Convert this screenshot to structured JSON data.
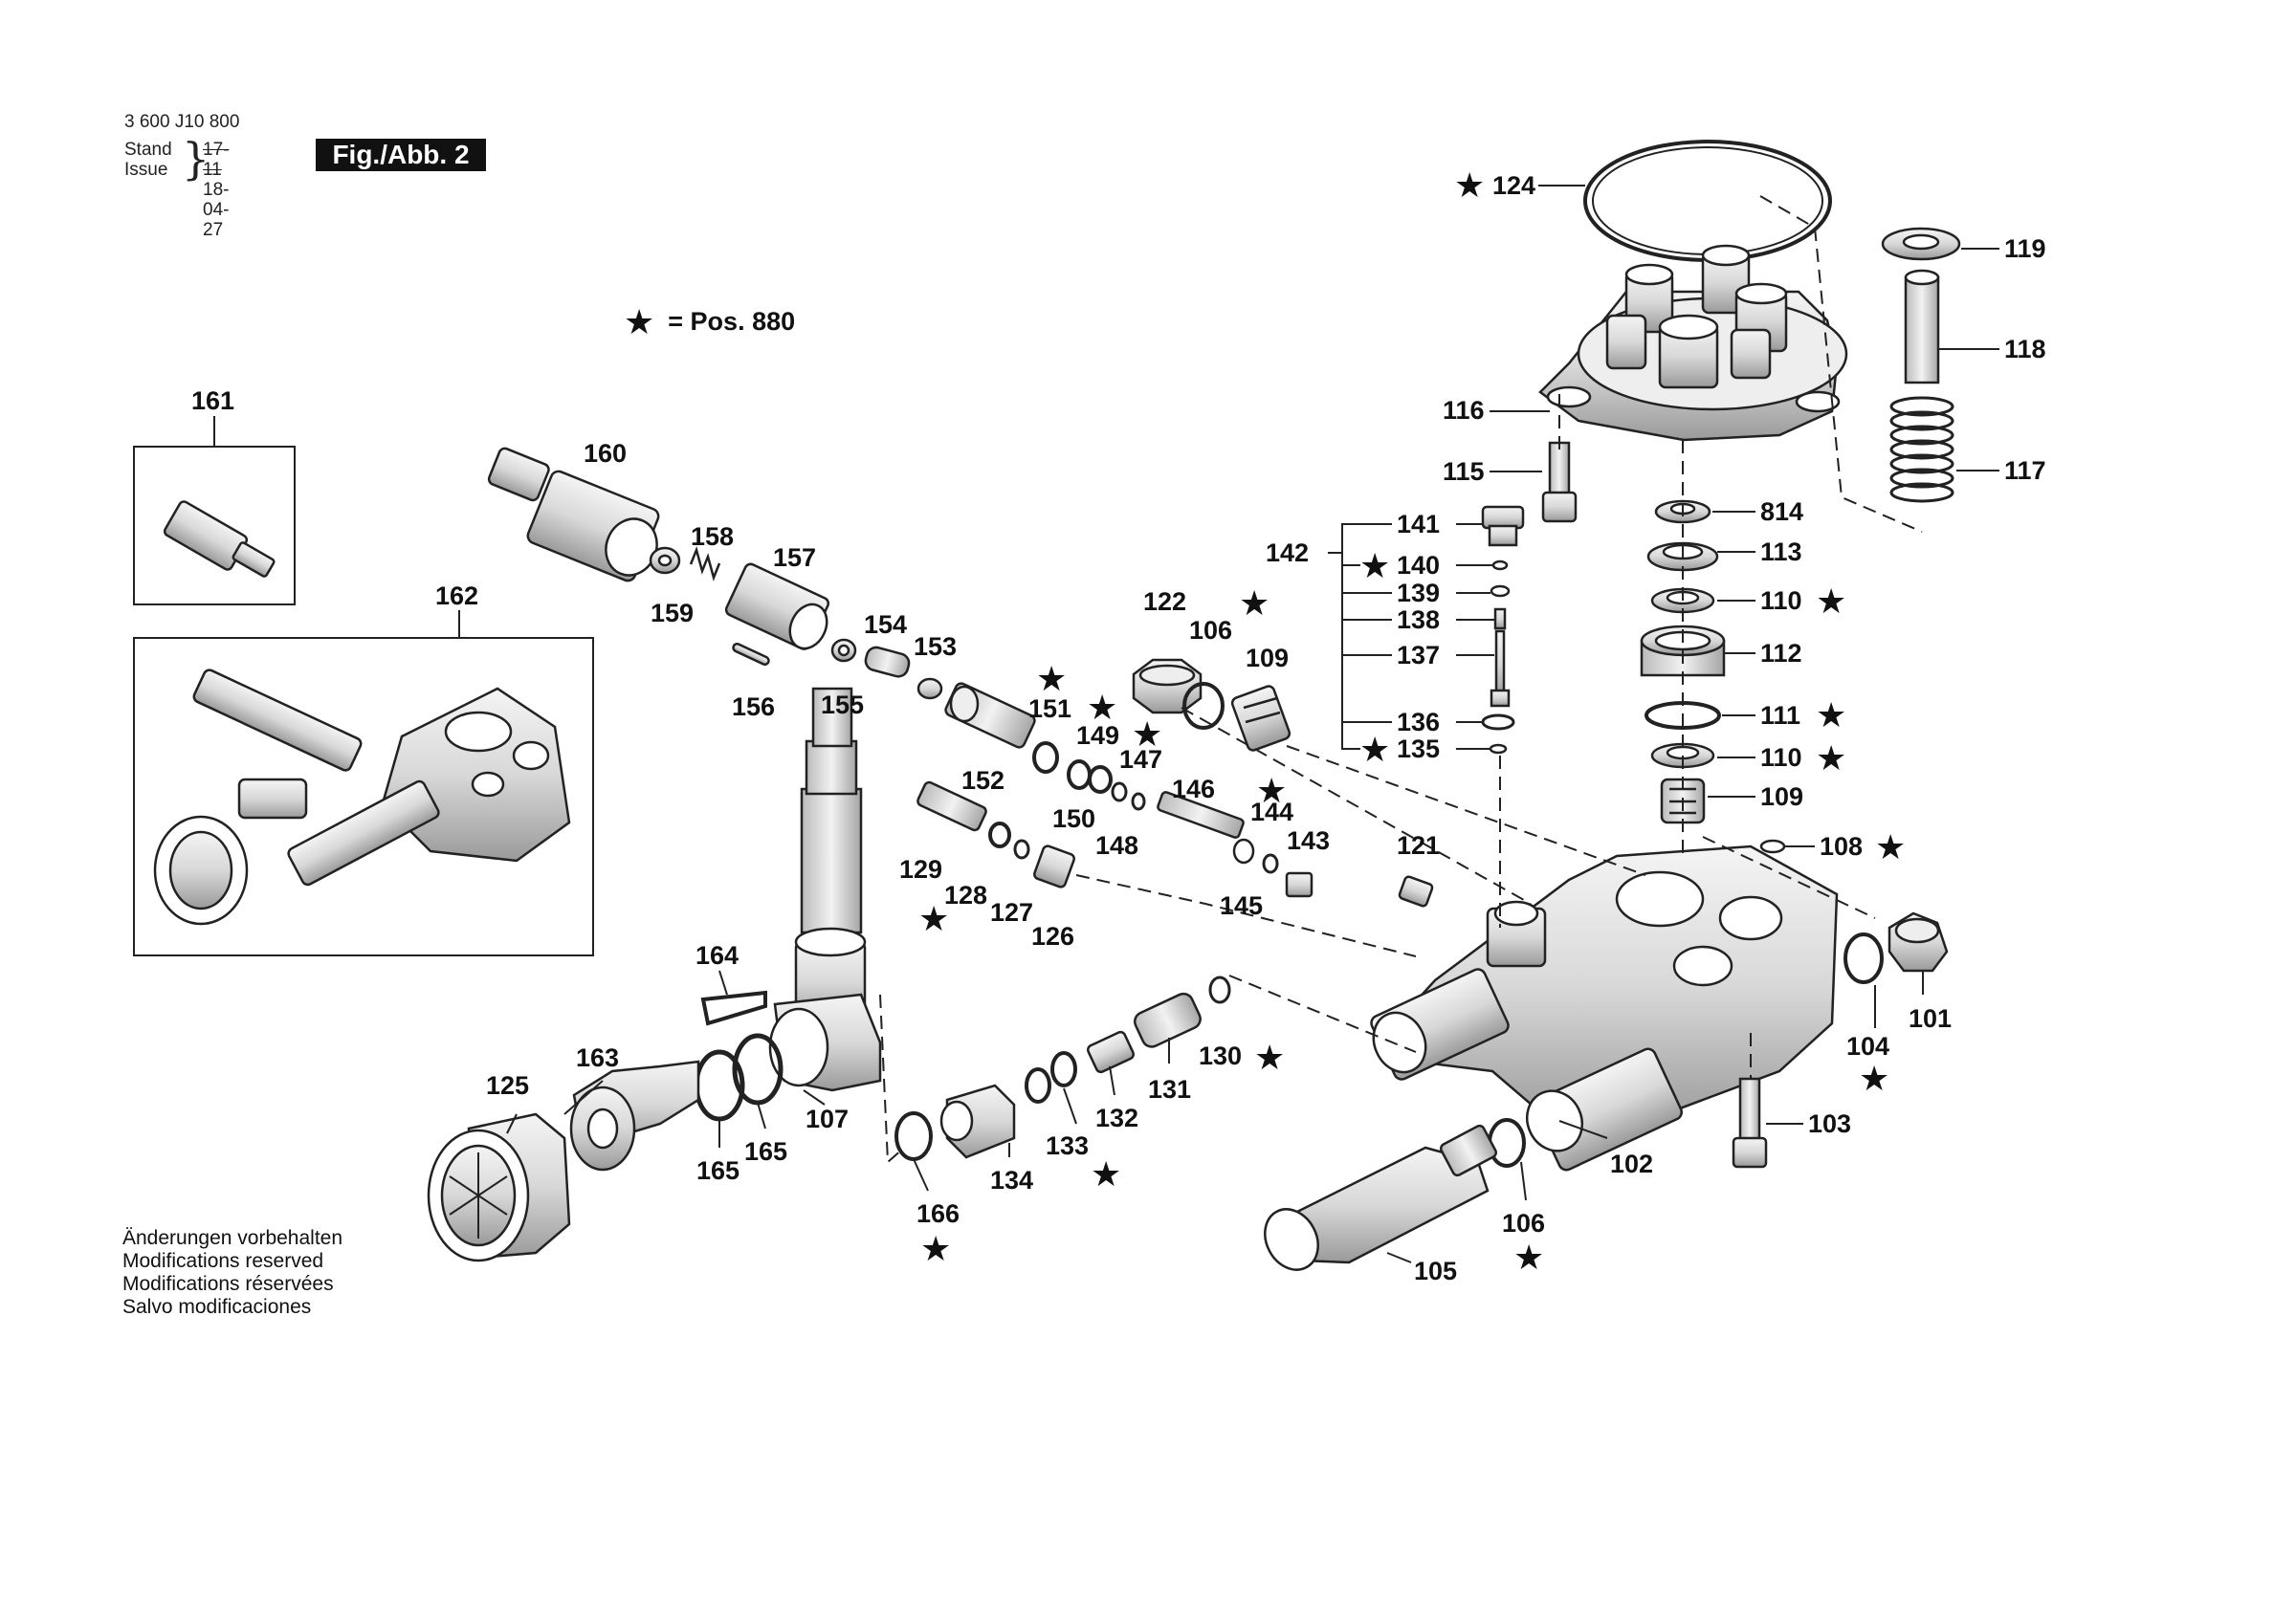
{
  "header": {
    "doc_number": "3 600 J10 800",
    "stand_label": "Stand",
    "issue_label": "Issue",
    "old_date": "17-11",
    "issue_date": "18-04-27",
    "figure_label": "Fig./Abb. 2"
  },
  "legend": {
    "symbol": "★",
    "text": "= Pos. 880"
  },
  "notes": [
    "Änderungen vorbehalten",
    "Modifications reserved",
    "Modifications réservées",
    "Salvo modificaciones"
  ],
  "labels": {
    "l124": "124",
    "l119": "119",
    "l118": "118",
    "l116": "116",
    "l117": "117",
    "l115": "115",
    "l814": "814",
    "l141": "141",
    "l142": "142",
    "l140": "140",
    "l113": "113",
    "l139": "139",
    "l110a": "110",
    "l138": "138",
    "l137": "137",
    "l112": "112",
    "l136": "136",
    "l111": "111",
    "l135": "135",
    "l110b": "110",
    "l109b": "109",
    "l108": "108",
    "l161": "161",
    "l160": "160",
    "l158": "158",
    "l157": "157",
    "l159": "159",
    "l162": "162",
    "l154": "154",
    "l153": "153",
    "l156": "156",
    "l155": "155",
    "l122": "122",
    "l106a": "106",
    "l109a": "109",
    "l151": "151",
    "l149": "149",
    "l147": "147",
    "l152": "152",
    "l150": "150",
    "l148": "148",
    "l146": "146",
    "l144": "144",
    "l143": "143",
    "l121": "121",
    "l129": "129",
    "l128": "128",
    "l127": "127",
    "l126": "126",
    "l145": "145",
    "l164": "164",
    "l130": "130",
    "l104": "104",
    "l101": "101",
    "l163": "163",
    "l125": "125",
    "l107": "107",
    "l131": "131",
    "l132": "132",
    "l165a": "165",
    "l165b": "165",
    "l133": "133",
    "l103": "103",
    "l166": "166",
    "l134": "134",
    "l102": "102",
    "l106b": "106",
    "l105": "105"
  }
}
